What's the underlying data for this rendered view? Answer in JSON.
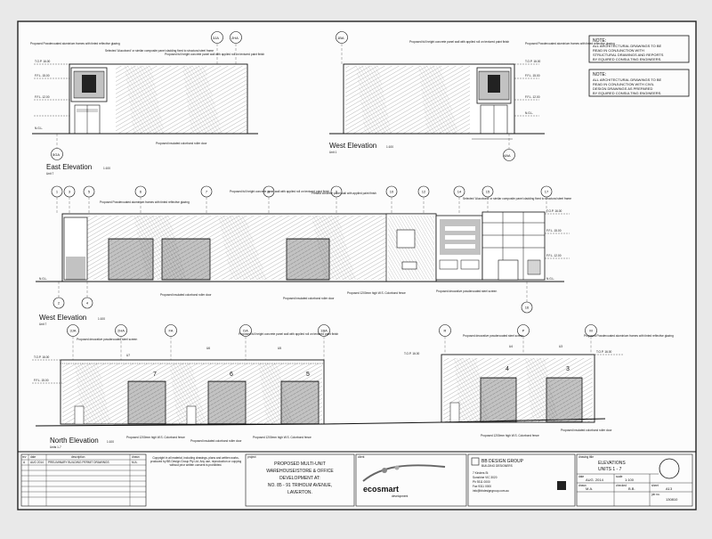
{
  "notes": {
    "note1": [
      "NOTE:",
      "ALL ARCHITECTURAL DRAWINGS TO BE",
      "READ IN CONJUNCTION WITH",
      "STRUCTURAL DRAWINGS AND REPORTS",
      "BY EQUIRED CONSULTING ENGINEERS."
    ],
    "note2": [
      "NOTE:",
      "ALL ARCHITECTURAL DRAWINGS TO BE",
      "READ IN CONJUNCTION WITH CIVIL",
      "DESIGN DRAWINGS AS PREPARED",
      "BY EQUIRED CONSULTING ENGINEERS."
    ]
  },
  "views": {
    "east": {
      "title": "East Elevation",
      "scale": "1:100",
      "sub": "Unit 7",
      "grid_top": [
        "3JA",
        "2HA"
      ],
      "grid_bottom": [
        "5GA"
      ]
    },
    "west_upper": {
      "title": "West Elevation",
      "scale": "1:100",
      "sub": "Unit 1",
      "grid_top": [
        "1BA"
      ],
      "grid_bottom": [
        "4AA"
      ]
    },
    "west": {
      "title": "West Elevation",
      "scale": "1:100",
      "sub": "Unit 7",
      "grid_top": [
        "1",
        "3",
        "5",
        "6",
        "7",
        "8",
        "9",
        "10",
        "12",
        "14",
        "15",
        "17"
      ],
      "grid_bottom": [
        "2",
        "4",
        "16"
      ]
    },
    "north": {
      "title": "North Elevation",
      "scale": "1:100",
      "sub": "Units 1-7",
      "grid_top": [
        "3JA",
        "2HA",
        "FA",
        "DA",
        "1BA",
        "R",
        "P",
        "M"
      ],
      "unit_labels": [
        "U7",
        "U6",
        "U5",
        "U4",
        "U3"
      ],
      "unit_numbers": [
        "7",
        "6",
        "5",
        "4",
        "3"
      ]
    }
  },
  "levels": [
    "T.O.P. 16.00",
    "F.F.L. 15.00",
    "F.F.L. 12.00",
    "N.G.L."
  ],
  "annotations": [
    "Proposed Powdercoated aluminium frames with tinted reflective glazing",
    "Selected 'Alucobond' or similar composite panel cladding fixed to structural steel frame",
    "Proposed full height concrete panel wall with applied roll on textured paint finish",
    "Precast concrete panel wall with applied paint finish",
    "Proposed insulated colorbond roller door",
    "Proposed 1200mm high W.S. Colorbond fence",
    "Proposed decorative powdercoated steel screen"
  ],
  "revisions": {
    "header": [
      "rev",
      "date",
      "description",
      "drawn"
    ],
    "rows": [
      [
        "A",
        "AUG 2014",
        "PRELIMINARY BUILDING PERMIT DRAWINGS",
        "M.A."
      ]
    ]
  },
  "copyright": "Copyright in all material, including drawings, plans and written works, produced by BB Design Group Pty Ltd. Any use, reproduction or copying without prior written consent is prohibited.",
  "project": {
    "label": "project",
    "lines": [
      "PROPOSED MULTI-UNIT",
      "WAREHOUSE/STORE & OFFICE",
      "DEVELOPMENT AT:",
      "NO. 85 - 91 TRIHOLM AVENUE,",
      "LAVERTON."
    ]
  },
  "client": {
    "label": "client",
    "name": "ecosmart",
    "tagline": "development"
  },
  "designer": {
    "name": "BB DESIGN GROUP",
    "sub": "BUILDING DESIGNERS",
    "lines": [
      "7 Kinders St",
      "Sunshine VIC 3020",
      "Ph 9311 0000",
      "Fax 9311 0000",
      "info@bbdesigngroup.com.au"
    ]
  },
  "drawing": {
    "label": "drawing title",
    "title": "ELEVATIONS",
    "subtitle": "UNITS 1 - 7",
    "date_label": "date",
    "date": "AUG. 2014",
    "scale_label": "scale",
    "scale": "1:100",
    "sheet_label": "sheet",
    "sheet": "A13",
    "drawn_label": "drawn",
    "drawn": "M.A.",
    "checked_label": "checked",
    "checked": "B.B.",
    "job_label": "job no.",
    "job": "130810"
  }
}
